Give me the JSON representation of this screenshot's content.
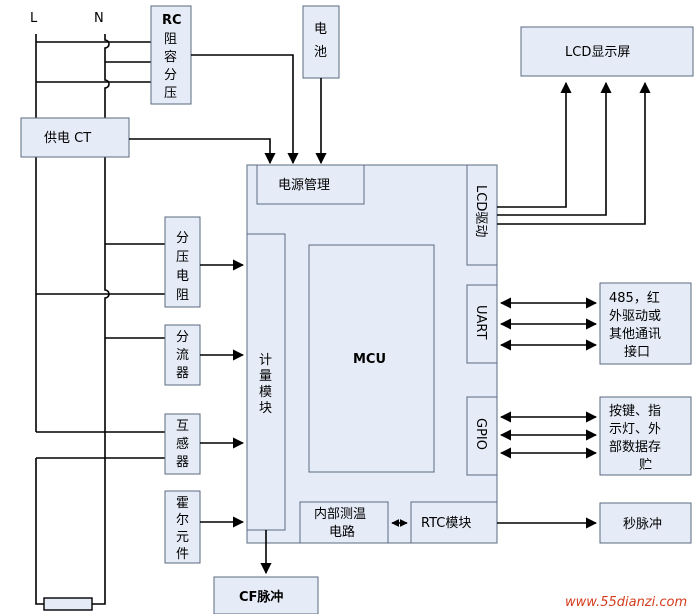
{
  "lines": {
    "L": "L",
    "N": "N"
  },
  "blocks": {
    "rc": [
      "RC",
      "阻",
      "容",
      "分",
      "压"
    ],
    "battery": [
      "电",
      "池"
    ],
    "lcd_screen": "LCD显示屏",
    "ct_supply": "供电 CT",
    "power_mgmt": "电源管理",
    "lcd_driver": "LCD驱动",
    "divider": [
      "分",
      "压",
      "电",
      "阻"
    ],
    "shunt": [
      "分",
      "流",
      "器"
    ],
    "transformer": [
      "互",
      "感",
      "器"
    ],
    "hall": [
      "霍",
      "尔",
      "元",
      "件"
    ],
    "metering": [
      "计",
      "量",
      "模",
      "块"
    ],
    "mcu": "MCU",
    "uart": "UART",
    "comm": [
      "485，红",
      "外驱动或",
      "其他通讯",
      "接口"
    ],
    "gpio": "GPIO",
    "io_devices": [
      "按键、指",
      "示灯、外",
      "部数据存",
      "贮"
    ],
    "temp_sensor": [
      "内部测温",
      "电路"
    ],
    "rtc": "RTC模块",
    "second_pulse": "秒脉冲",
    "cf_pulse": "CF脉冲"
  },
  "watermark": "www.55dianzi.com"
}
